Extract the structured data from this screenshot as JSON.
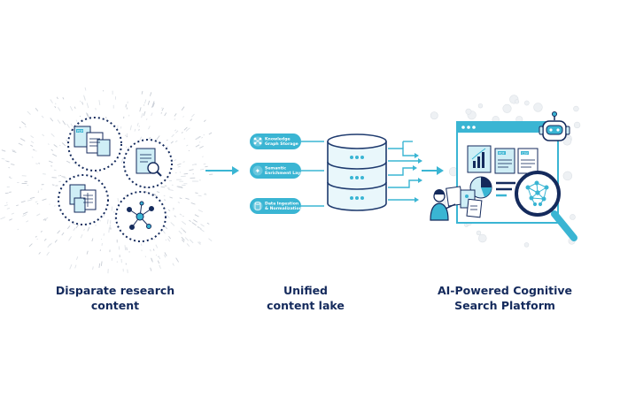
{
  "captions": {
    "left": [
      "Disparate research",
      "content"
    ],
    "middle": [
      "Unified",
      "content lake"
    ],
    "right": [
      "AI-Powered Cognitive",
      "Search Platform"
    ]
  },
  "layers": [
    {
      "lines": [
        "Knowledge",
        "Graph Storage"
      ],
      "icon": "network-icon"
    },
    {
      "lines": [
        "Semantic",
        "Enrichment Layer"
      ],
      "icon": "sparkle-icon"
    },
    {
      "lines": [
        "Data Ingestion",
        "& Normalization"
      ],
      "icon": "database-icon"
    }
  ],
  "doc_tags": {
    "pdf": "PDF",
    "csv": "CSV"
  },
  "colors": {
    "navy": "#142a5c",
    "teal": "#3ab5d3",
    "light_teal": "#cfeef6",
    "line": "#1e3a6e"
  }
}
